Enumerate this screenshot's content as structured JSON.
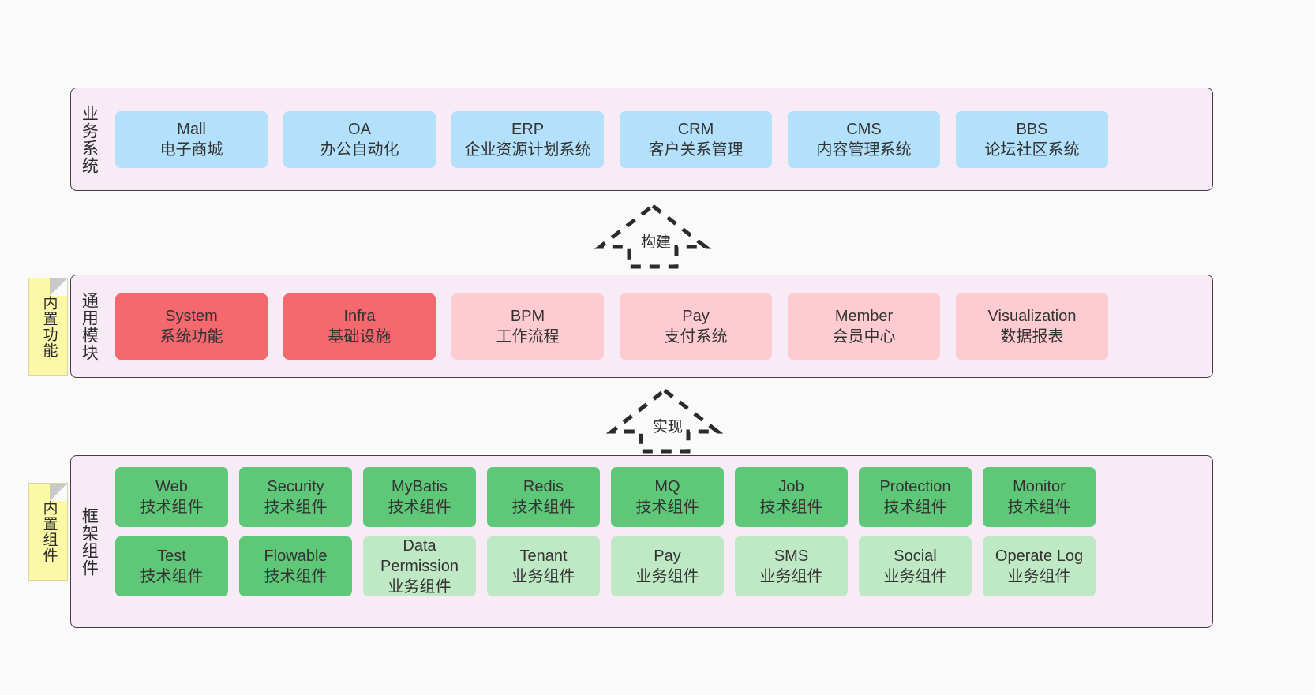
{
  "diagram": {
    "title": "",
    "colors": {
      "background": "#fafafa",
      "panel": "#f7ebf5",
      "panel_border": "#4a3a47",
      "blue": "#b3e0fa",
      "red": "#f4686e",
      "pink": "#ffcbd2",
      "green": "#5fc878",
      "light_green": "#bfe9c4",
      "note": "#fbf8a6"
    }
  },
  "notes": [
    {
      "id": "built-in-functions",
      "label": "内置功能"
    },
    {
      "id": "built-in-components",
      "label": "内置组件"
    }
  ],
  "arrows": [
    {
      "id": "build",
      "label": "构建",
      "direction": "up",
      "style": "dashed-hollow"
    },
    {
      "id": "implement",
      "label": "实现",
      "direction": "up",
      "style": "dashed-hollow"
    }
  ],
  "layers": [
    {
      "id": "business-systems",
      "title": "业务系统",
      "cards": [
        {
          "name": "Mall",
          "desc": "电子商城",
          "color": "blue"
        },
        {
          "name": "OA",
          "desc": "办公自动化",
          "color": "blue"
        },
        {
          "name": "ERP",
          "desc": "企业资源计划系统",
          "color": "blue"
        },
        {
          "name": "CRM",
          "desc": "客户关系管理",
          "color": "blue"
        },
        {
          "name": "CMS",
          "desc": "内容管理系统",
          "color": "blue"
        },
        {
          "name": "BBS",
          "desc": "论坛社区系统",
          "color": "blue"
        }
      ]
    },
    {
      "id": "common-modules",
      "title": "通用模块",
      "cards": [
        {
          "name": "System",
          "desc": "系统功能",
          "color": "red"
        },
        {
          "name": "Infra",
          "desc": "基础设施",
          "color": "red"
        },
        {
          "name": "BPM",
          "desc": "工作流程",
          "color": "pink"
        },
        {
          "name": "Pay",
          "desc": "支付系统",
          "color": "pink"
        },
        {
          "name": "Member",
          "desc": "会员中心",
          "color": "pink"
        },
        {
          "name": "Visualization",
          "desc": "数据报表",
          "color": "pink"
        }
      ]
    },
    {
      "id": "framework-components",
      "title": "框架组件",
      "rows": [
        [
          {
            "name": "Web",
            "desc": "技术组件",
            "color": "green"
          },
          {
            "name": "Security",
            "desc": "技术组件",
            "color": "green"
          },
          {
            "name": "MyBatis",
            "desc": "技术组件",
            "color": "green"
          },
          {
            "name": "Redis",
            "desc": "技术组件",
            "color": "green"
          },
          {
            "name": "MQ",
            "desc": "技术组件",
            "color": "green"
          },
          {
            "name": "Job",
            "desc": "技术组件",
            "color": "green"
          },
          {
            "name": "Protection",
            "desc": "技术组件",
            "color": "green"
          },
          {
            "name": "Monitor",
            "desc": "技术组件",
            "color": "green"
          }
        ],
        [
          {
            "name": "Test",
            "desc": "技术组件",
            "color": "green"
          },
          {
            "name": "Flowable",
            "desc": "技术组件",
            "color": "green"
          },
          {
            "name": "Data Permission",
            "desc": "业务组件",
            "color": "light_green",
            "wrap": true
          },
          {
            "name": "Tenant",
            "desc": "业务组件",
            "color": "light_green"
          },
          {
            "name": "Pay",
            "desc": "业务组件",
            "color": "light_green"
          },
          {
            "name": "SMS",
            "desc": "业务组件",
            "color": "light_green"
          },
          {
            "name": "Social",
            "desc": "业务组件",
            "color": "light_green"
          },
          {
            "name": "Operate Log",
            "desc": "业务组件",
            "color": "light_green"
          }
        ]
      ]
    }
  ]
}
